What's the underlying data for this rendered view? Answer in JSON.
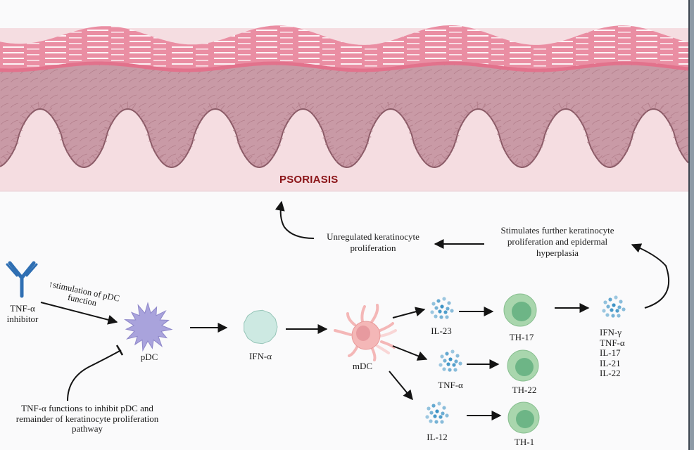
{
  "figure": {
    "title": "PSORIASIS",
    "colors": {
      "title": "#8b1418",
      "stratum_corneum": "#e2728c",
      "epidermis": "#c99aa6",
      "dermis": "#f5dde1",
      "basal_line": "#8a5a66",
      "pdc": "#a9a3dc",
      "ifn_alpha_cell": "#cde9e2",
      "mdc": "#f4b7b7",
      "t_cell_outer": "#a9d6ad",
      "t_cell_inner": "#6db586",
      "cytokine_dots": "#3d93c5",
      "antibody": "#2f6fb3",
      "arrows": "#141414"
    }
  },
  "labels": {
    "tnf_inhibitor": [
      "TNF-α",
      "inhibitor"
    ],
    "stimulation_note": [
      "↑stimulation of pDC",
      "function"
    ],
    "inhibition_note": [
      "TNF-α functions to inhibit pDC and",
      "remainder of keratinocyte proliferation",
      "pathway"
    ],
    "pdc": "pDC",
    "ifn_alpha": "IFN-α",
    "mdc": "mDC",
    "il23": "IL-23",
    "tnf_alpha": "TNF-α",
    "il12": "IL-12",
    "th17": "TH-17",
    "th22": "TH-22",
    "th1": "TH-1",
    "effector_cytokines": [
      "IFN-γ",
      "TNF-α",
      "IL-17",
      "IL-21",
      "IL-22"
    ],
    "stimulates_note": [
      "Stimulates further keratinocyte",
      "proliferation and epidermal",
      "hyperplasia"
    ],
    "unregulated_note": [
      "Unregulated keratinocyte",
      "proliferation"
    ]
  },
  "pathway": {
    "nodes": [
      "TNF-α inhibitor",
      "pDC",
      "IFN-α",
      "mDC",
      "IL-23",
      "TNF-α",
      "IL-12",
      "TH-17",
      "TH-22",
      "TH-1",
      "Effector cytokines",
      "Keratinocyte proliferation",
      "Psoriasis"
    ],
    "edges": [
      {
        "from": "TNF-α inhibitor",
        "to": "pDC",
        "type": "stimulates"
      },
      {
        "from": "TNF-α",
        "to": "pDC",
        "type": "inhibits"
      },
      {
        "from": "pDC",
        "to": "IFN-α",
        "type": "produces"
      },
      {
        "from": "IFN-α",
        "to": "mDC",
        "type": "activates"
      },
      {
        "from": "mDC",
        "to": "IL-23",
        "type": "produces"
      },
      {
        "from": "mDC",
        "to": "TNF-α",
        "type": "produces"
      },
      {
        "from": "mDC",
        "to": "IL-12",
        "type": "produces"
      },
      {
        "from": "IL-23",
        "to": "TH-17",
        "type": "activates"
      },
      {
        "from": "TNF-α",
        "to": "TH-22",
        "type": "activates"
      },
      {
        "from": "IL-12",
        "to": "TH-1",
        "type": "activates"
      },
      {
        "from": "TH-17",
        "to": "Effector cytokines",
        "type": "produces"
      },
      {
        "from": "Effector cytokines",
        "to": "Keratinocyte proliferation",
        "type": "stimulates"
      },
      {
        "from": "Keratinocyte proliferation",
        "to": "Psoriasis",
        "type": "leads-to"
      }
    ]
  }
}
